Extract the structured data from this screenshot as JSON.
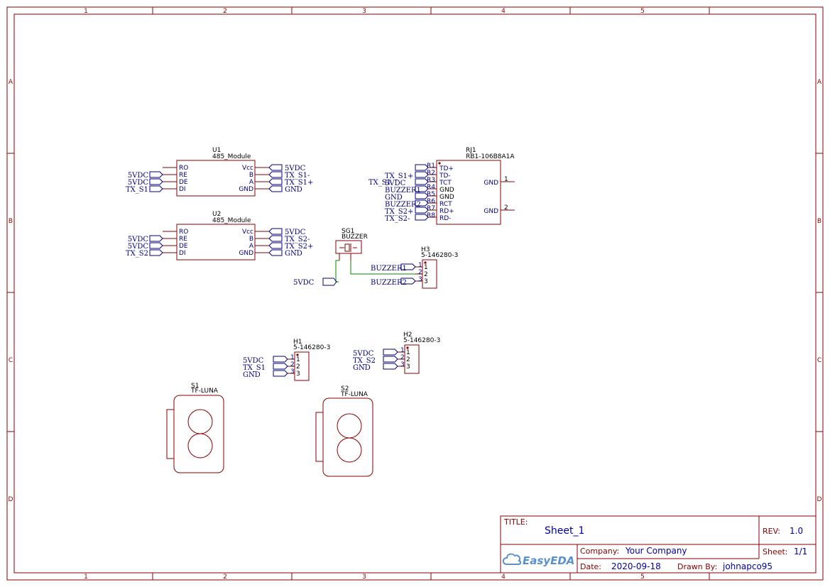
{
  "frame": {
    "columns": [
      "1",
      "2",
      "3",
      "4",
      "5"
    ],
    "rows": [
      "A",
      "B",
      "C",
      "D"
    ]
  },
  "components": {
    "u1": {
      "designator": "U1",
      "part": "485_Module",
      "left_pins": [
        "RO",
        "RE",
        "DE",
        "DI"
      ],
      "right_pins": [
        "Vcc",
        "B",
        "A",
        "GND"
      ],
      "left_nets": [
        "5VDC",
        "5VDC",
        "TX_S1"
      ],
      "right_nets": [
        "5VDC",
        "TX_S1-",
        "TX_S1+",
        "GND"
      ]
    },
    "u2": {
      "designator": "U2",
      "part": "485_Module",
      "left_pins": [
        "RO",
        "RE",
        "DE",
        "DI"
      ],
      "right_pins": [
        "Vcc",
        "B",
        "A",
        "GND"
      ],
      "left_nets": [
        "5VDC",
        "5VDC",
        "TX_S2"
      ],
      "right_nets": [
        "5VDC",
        "TX_S2-",
        "TX_S2+",
        "GND"
      ]
    },
    "rj1": {
      "designator": "RJ1",
      "part": "RB1-106B8A1A",
      "pin_numbers": [
        "R1",
        "R2",
        "R3",
        "R4",
        "R5",
        "R6",
        "R7",
        "R8"
      ],
      "pin_names": [
        "TD+",
        "TD-",
        "TCT",
        "GND",
        "GND",
        "RCT",
        "RD+",
        "RD-"
      ],
      "nets": [
        "TX_S1+",
        "TX_S1-",
        "5VDC",
        "BUZZER1",
        "GND",
        "BUZZER2",
        "TX_S2+",
        "TX_S2-"
      ],
      "overlap_net": "TX_S1",
      "right_pins": [
        {
          "name": "GND",
          "num": "1"
        },
        {
          "name": "GND",
          "num": "2"
        }
      ]
    },
    "sg1": {
      "designator": "SG1",
      "part": "BUZZER",
      "net": "5VDC"
    },
    "h3": {
      "designator": "H3",
      "part": "5-146280-3",
      "pins": [
        "1",
        "2",
        "3"
      ],
      "nets": [
        "BUZZER1",
        "BUZZER2"
      ]
    },
    "h1": {
      "designator": "H1",
      "part": "5-146280-3",
      "pins": [
        "1",
        "2",
        "3"
      ],
      "nets": [
        "5VDC",
        "TX_S1",
        "GND"
      ]
    },
    "h2": {
      "designator": "H2",
      "part": "5-146280-3",
      "pins": [
        "1",
        "2",
        "3"
      ],
      "nets": [
        "5VDC",
        "TX_S2",
        "GND"
      ]
    },
    "s1": {
      "designator": "S1",
      "part": "TF-LUNA"
    },
    "s2": {
      "designator": "S2",
      "part": "TF-LUNA"
    }
  },
  "title_block": {
    "title_label": "TITLE:",
    "title": "Sheet_1",
    "rev_label": "REV:",
    "rev": "1.0",
    "company_label": "Company:",
    "company": "Your Company",
    "sheet_label": "Sheet:",
    "sheet": "1/1",
    "date_label": "Date:",
    "date": "2020-09-18",
    "drawn_label": "Drawn By:",
    "drawn_by": "johnapco95",
    "logo_text": "EasyEDA"
  },
  "colors": {
    "frame": "#880000",
    "net_label": "#000080",
    "wire": "#008800",
    "title_value": "#0000aa",
    "logo": "#5a8fd0"
  }
}
